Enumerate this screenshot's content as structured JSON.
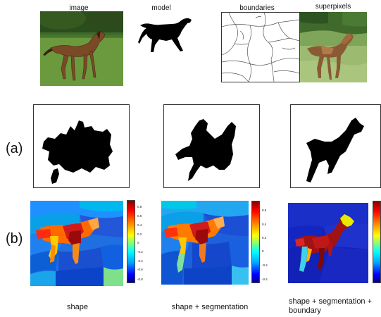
{
  "top_row": {
    "image_label": "image",
    "model_label": "model",
    "boundaries_label": "boundaries",
    "superpixels_label": "superpixels"
  },
  "row_labels": {
    "a": "(a)",
    "b": "(b)"
  },
  "colorbars": {
    "shape": [
      "0.8",
      "0.6",
      "0.4",
      "0.2",
      "0",
      "-0.2",
      "-0.4",
      "-0.6",
      "-0.8"
    ],
    "segmentation": [
      "0.6",
      "0.4",
      "0.2",
      "0",
      "-0.2",
      "-0.4"
    ]
  },
  "captions": {
    "shape": "shape",
    "shape_segmentation": "shape + segmentation",
    "shape_segmentation_boundary": "shape + segmentation + boundary"
  }
}
